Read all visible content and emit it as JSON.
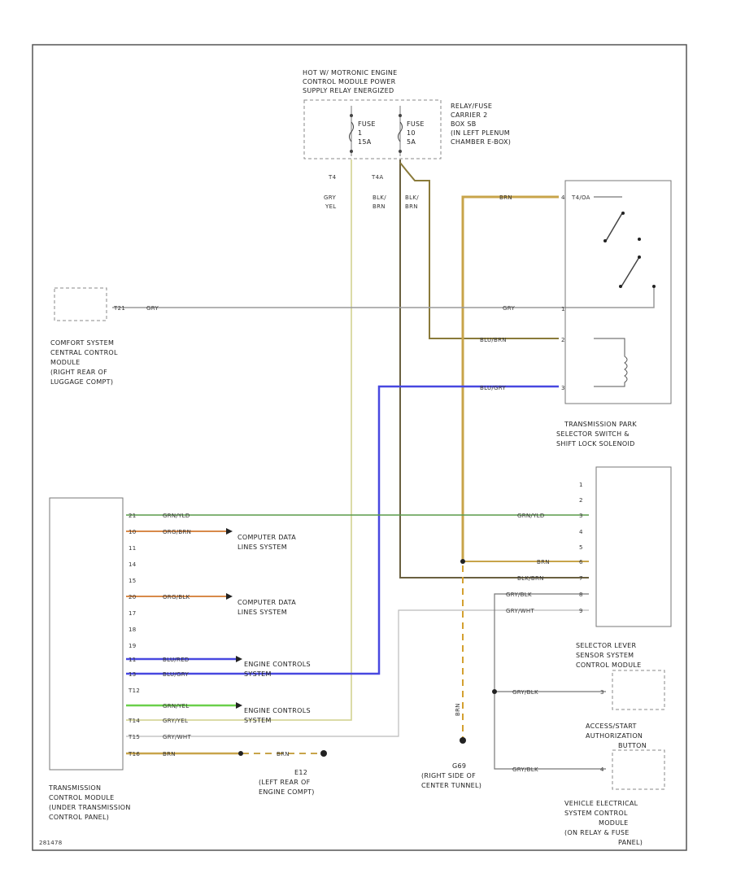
{
  "colors": {
    "gry": "#9a9a9a",
    "brn": "#c8a44a",
    "brn_dark": "#b58f2f",
    "blu": "#4848e0",
    "grn": "#5a9a4a",
    "brightgrn": "#6ad04a",
    "org": "#d88a4a",
    "gry_yel": "#cfcf8a",
    "blk_brn": "#6a6040",
    "border": "#555555"
  },
  "components": {
    "relay_box_title": [
      "HOT W/ MOTRONIC ENGINE",
      "CONTROL MODULE POWER",
      "SUPPLY RELAY ENERGIZED"
    ],
    "relay_carrier": [
      "RELAY/FUSE",
      "CARRIER 2",
      "BOX SB",
      "(IN LEFT PLENUM",
      "CHAMBER E-BOX)"
    ],
    "fuse1": [
      "FUSE",
      "1",
      "15A"
    ],
    "fuse2": [
      "FUSE",
      "10",
      "5A"
    ],
    "relay_pin1": "T4",
    "relay_pin2": "T4A",
    "comfort_module": [
      "COMFORT SYSTEM",
      "CENTRAL CONTROL",
      "MODULE",
      "(RIGHT REAR OF",
      "LUGGAGE COMPT)"
    ],
    "park_switch": [
      "TRANSMISSION PARK",
      "SELECTOR SWITCH &",
      "SHIFT LOCK SOLENOID"
    ],
    "park_switch_terminal": "T4/OA",
    "tcm": [
      "TRANSMISSION",
      "CONTROL MODULE",
      "(UNDER TRANSMISSION",
      "CONTROL PANEL)"
    ],
    "selector": [
      "SELECTOR LEVER",
      "SENSOR SYSTEM",
      "CONTROL MODULE"
    ],
    "access_start": [
      "ACCESS/START",
      "AUTHORIZATION",
      "BUTTON"
    ],
    "vehicle_module": [
      "VEHICLE ELECTRICAL",
      "SYSTEM CONTROL",
      "MODULE",
      "(ON RELAY & FUSE",
      "PANEL)"
    ],
    "ground_e12": [
      "E12",
      "(LEFT REAR OF",
      "ENGINE COMPT)"
    ],
    "ground_g69": [
      "G69",
      "(RIGHT SIDE OF",
      "CENTER TUNNEL)"
    ],
    "comp_data_1": [
      "COMPUTER DATA",
      "LINES SYSTEM"
    ],
    "comp_data_2": [
      "COMPUTER DATA",
      "LINES SYSTEM"
    ],
    "engine_ctrl_1": [
      "ENGINE CONTROLS",
      "SYSTEM"
    ],
    "engine_ctrl_2": [
      "ENGINE CONTROLS",
      "SYSTEM"
    ],
    "figure_id": "281478"
  },
  "wire_labels": {
    "gry_yel_top": [
      "GRY",
      "YEL"
    ],
    "blk_brn_1": [
      "BLK/",
      "BRN"
    ],
    "blk_brn_2": [
      "BLK/",
      "BRN"
    ],
    "comfort_gry": "GRY",
    "comfort_gry_right": "GRY",
    "brn_top": "BRN",
    "blu_brn_park": "BLU/BRN",
    "blu_gry_park": "BLU/GRY",
    "tcm_grn": "GRN/YLD",
    "tcm_org_brn": "ORG/BRN",
    "tcm_org_blk": "ORG/BLK",
    "tcm_blu_red": "BLU/RED",
    "tcm_blu_gry": "BLU/GRY",
    "tcm_grn_yel": "GRN/YEL",
    "tcm_gry_yel": "GRY/YEL",
    "tcm_gry_wht": "GRY/WHT",
    "tcm_brn": "BRN",
    "e12_brn": "BRN",
    "sel_grn": "GRN/YLD",
    "sel_brn": "BRN",
    "sel_blk_brn": "BLK/BRN",
    "sel_gry_blk": "GRY/BLK",
    "sel_gry_wht": "GRY/WHT",
    "btn_gry_blk": "GRY/BLK",
    "veh_gry_blk": "GRY/BLK",
    "g69_brn": "BRN"
  },
  "pins": {
    "comfort": "T21",
    "park": [
      "1",
      "2",
      "3",
      "4"
    ],
    "tcm": [
      "21",
      "10",
      "11",
      "14",
      "15",
      "20",
      "17",
      "18",
      "19",
      "11",
      "T12",
      "13",
      "T14",
      "T15",
      "T16"
    ],
    "selector": [
      "1",
      "2",
      "3",
      "4",
      "5",
      "6",
      "7",
      "8",
      "9"
    ],
    "access": "3",
    "vehicle": "4"
  }
}
